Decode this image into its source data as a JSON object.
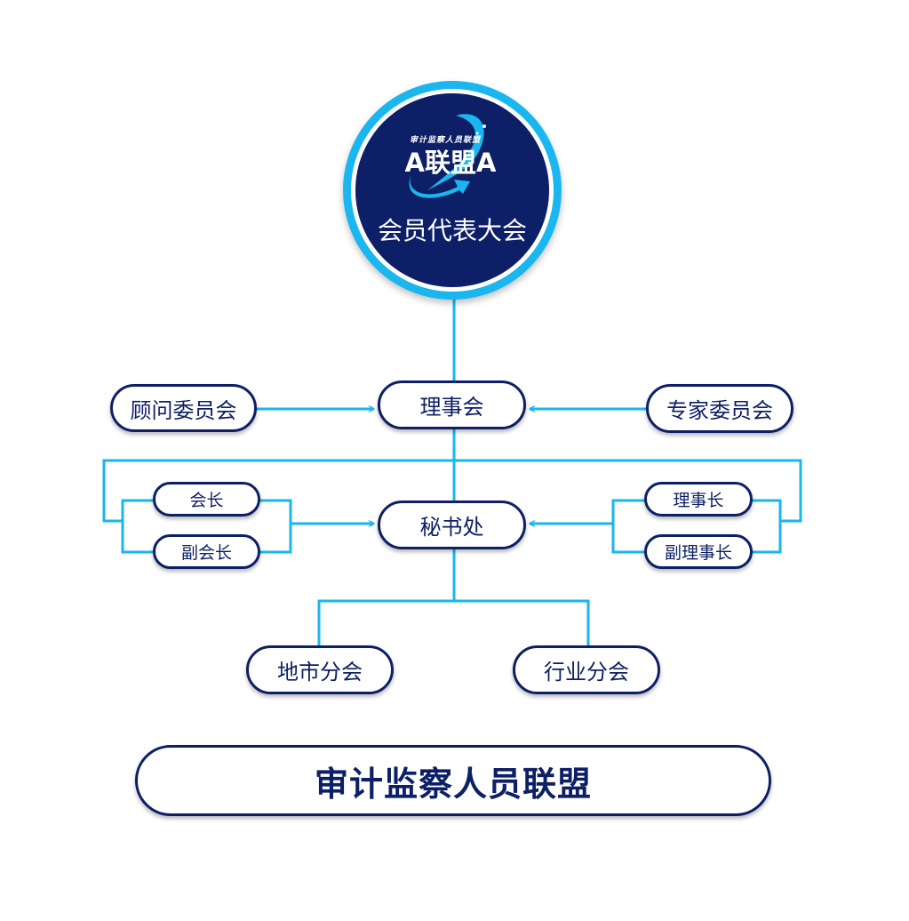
{
  "top": {
    "logo_subtitle": "审计监察人员联盟",
    "logo_text": "A联盟A",
    "label": "会员代表大会"
  },
  "row1": {
    "left": "顾问委员会",
    "center": "理事会",
    "right": "专家委员会"
  },
  "row2": {
    "center": "秘书处",
    "left_upper": "会长",
    "left_lower": "副会长",
    "right_upper": "理事长",
    "right_lower": "副理事长"
  },
  "row3": {
    "left": "地市分会",
    "right": "行业分会"
  },
  "footer": {
    "title": "审计监察人员联盟"
  },
  "colors": {
    "navy": "#0d1f66",
    "cyan": "#1ab6ef"
  }
}
